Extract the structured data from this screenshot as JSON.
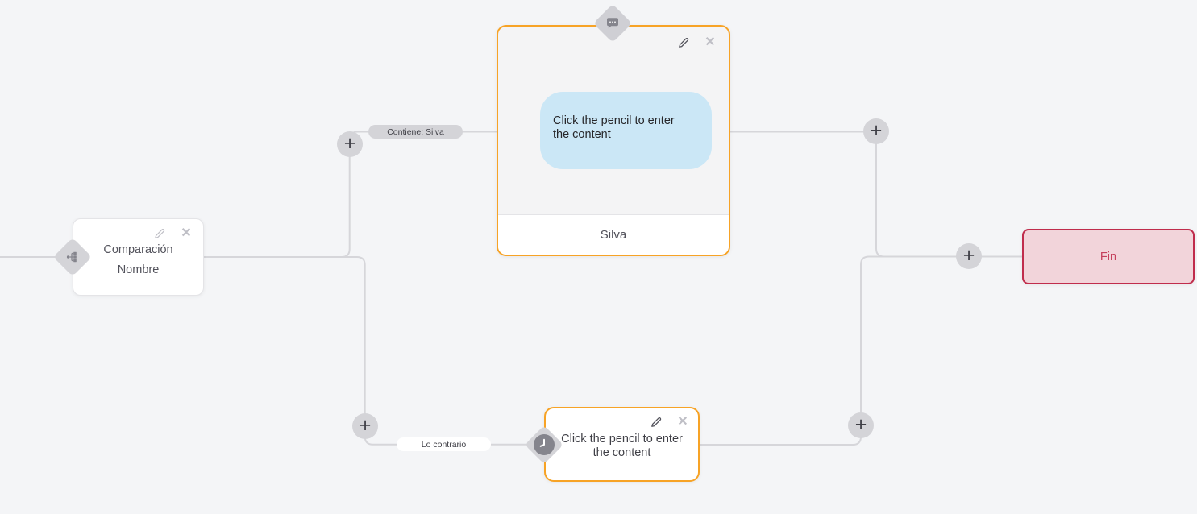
{
  "theme": {
    "bg": "#f4f5f7",
    "line": "#d6d6da",
    "accent": "#f7a326",
    "node-border": "#e4e4e7",
    "handle": "#d4d4d8",
    "icon-dark": "#52525b",
    "icon-light": "#bfbfc6",
    "icon-mid": "#85858d",
    "text-primary": "#3f3f46",
    "text-secondary": "#52525b",
    "bubble-bg": "#cbe7f6",
    "pill-gray-bg": "#d4d4d8",
    "pill-white-bg": "#ffffff",
    "end-bg": "#f2d4da",
    "end-border": "#c02c4c",
    "end-text": "#c5405c"
  },
  "ui": {
    "plus_glyph": "+",
    "close_glyph": "✕"
  },
  "nodes": {
    "condition": {
      "title_line1": "Comparación",
      "title_line2": "Nombre"
    },
    "message": {
      "content_placeholder": "Click the pencil to enter the content",
      "footer_label": "Silva"
    },
    "delay": {
      "content_placeholder": "Click the pencil to enter the content"
    },
    "end": {
      "label": "Fin"
    }
  },
  "edges": {
    "condition_true_label": "Contiene: Silva",
    "condition_false_label": "Lo contrario"
  }
}
